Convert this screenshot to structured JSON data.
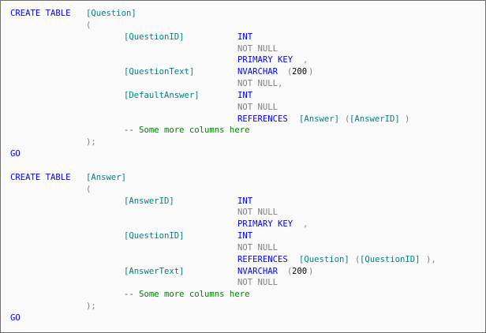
{
  "colors": {
    "keyword": "#0000ff",
    "identifier": "#008080",
    "punctuation": "#808080",
    "comment": "#008000",
    "plain": "#000000",
    "background": "#fbfbfb",
    "border": "#6e6e6e"
  },
  "lines": [
    [
      {
        "t": "CREATE TABLE",
        "c": "keyword"
      },
      {
        "t": "[Question]",
        "c": "identifier"
      }
    ],
    [
      {
        "t": "(",
        "c": "punctuation"
      }
    ],
    [
      {
        "t": "[QuestionID]",
        "c": "identifier"
      },
      {
        "t": "INT",
        "c": "keyword"
      }
    ],
    [
      {
        "t": "NOT NULL",
        "c": "punctuation"
      }
    ],
    [
      {
        "t": "PRIMARY KEY",
        "c": "keyword"
      },
      {
        "t": ",",
        "c": "punctuation"
      }
    ],
    [
      {
        "t": "[QuestionText]",
        "c": "identifier"
      },
      {
        "t": "NVARCHAR",
        "c": "keyword"
      },
      {
        "t": "(",
        "c": "punctuation"
      },
      {
        "t": "200",
        "c": "plain"
      },
      {
        "t": ")",
        "c": "punctuation"
      }
    ],
    [
      {
        "t": "NOT NULL,",
        "c": "punctuation"
      }
    ],
    [
      {
        "t": "[DefaultAnswer]",
        "c": "identifier"
      },
      {
        "t": "INT",
        "c": "keyword"
      }
    ],
    [
      {
        "t": "NOT NULL",
        "c": "punctuation"
      }
    ],
    [
      {
        "t": "REFERENCES",
        "c": "keyword"
      },
      {
        "t": "[Answer]",
        "c": "identifier"
      },
      {
        "t": "(",
        "c": "punctuation"
      },
      {
        "t": "[AnswerID]",
        "c": "identifier"
      },
      {
        "t": ")",
        "c": "punctuation"
      }
    ],
    [
      {
        "t": "-- Some more columns here",
        "c": "comment"
      }
    ],
    [
      {
        "t": ");",
        "c": "punctuation"
      }
    ],
    [
      {
        "t": "GO",
        "c": "keyword"
      }
    ],
    [],
    [
      {
        "t": "CREATE TABLE",
        "c": "keyword"
      },
      {
        "t": "[Answer]",
        "c": "identifier"
      }
    ],
    [
      {
        "t": "(",
        "c": "punctuation"
      }
    ],
    [
      {
        "t": "[AnswerID]",
        "c": "identifier"
      },
      {
        "t": "INT",
        "c": "keyword"
      }
    ],
    [
      {
        "t": "NOT NULL",
        "c": "punctuation"
      }
    ],
    [
      {
        "t": "PRIMARY KEY",
        "c": "keyword"
      },
      {
        "t": ",",
        "c": "punctuation"
      }
    ],
    [
      {
        "t": "[QuestionID]",
        "c": "identifier"
      },
      {
        "t": "INT",
        "c": "keyword"
      }
    ],
    [
      {
        "t": "NOT NULL",
        "c": "punctuation"
      }
    ],
    [
      {
        "t": "REFERENCES",
        "c": "keyword"
      },
      {
        "t": "[Question]",
        "c": "identifier"
      },
      {
        "t": "(",
        "c": "punctuation"
      },
      {
        "t": "[QuestionID]",
        "c": "identifier"
      },
      {
        "t": "),",
        "c": "punctuation"
      }
    ],
    [
      {
        "t": "[AnswerText]",
        "c": "identifier"
      },
      {
        "t": "NVARCHAR",
        "c": "keyword"
      },
      {
        "t": "(",
        "c": "punctuation"
      },
      {
        "t": "200",
        "c": "plain"
      },
      {
        "t": ")",
        "c": "punctuation"
      }
    ],
    [
      {
        "t": "NOT NULL",
        "c": "punctuation"
      }
    ],
    [
      {
        "t": "-- Some more columns here",
        "c": "comment"
      }
    ],
    [
      {
        "t": ");",
        "c": "punctuation"
      }
    ],
    [
      {
        "t": "GO",
        "c": "keyword"
      }
    ]
  ]
}
